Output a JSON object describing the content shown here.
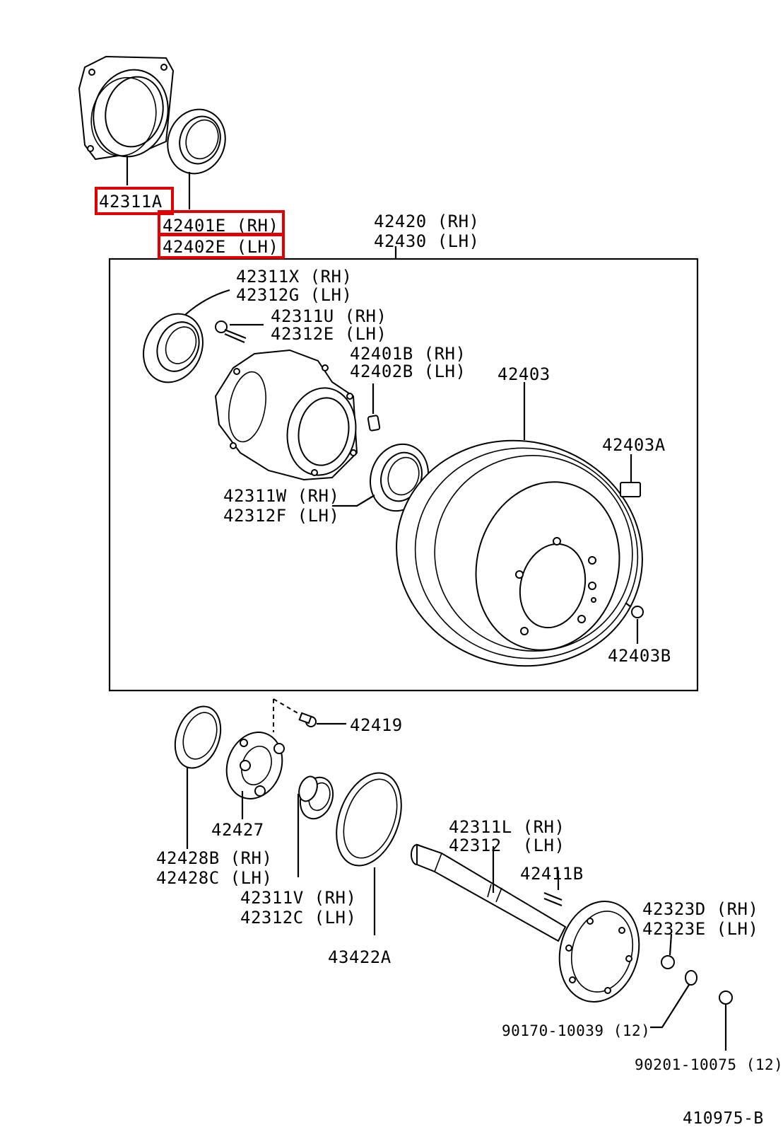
{
  "labels": {
    "p42311A": "42311A",
    "p42401E": "42401E (RH)",
    "p42402E": "42402E (LH)",
    "p42420": "42420 (RH)",
    "p42430": "42430 (LH)",
    "p42311X": "42311X (RH)",
    "p42312G": "42312G (LH)",
    "p42311U": "42311U (RH)",
    "p42312E": "42312E (LH)",
    "p42401B": "42401B (RH)",
    "p42402B": "42402B (LH)",
    "p42403": "42403",
    "p42403A": "42403A",
    "p42311W": "42311W (RH)",
    "p42312F": "42312F (LH)",
    "p42403B": "42403B",
    "p42419": "42419",
    "p42427": "42427",
    "p42428B": "42428B (RH)",
    "p42428C": "42428C (LH)",
    "p42311L": "42311L (RH)",
    "p42312": "42312  (LH)",
    "p42411B": "42411B",
    "p42311V": "42311V (RH)",
    "p42312C": "42312C (LH)",
    "p42323D": "42323D (RH)",
    "p42323E": "42323E (LH)",
    "p43422A": "43422A",
    "p90170": "90170-10039 (12)",
    "p90201": "90201-10075 (12)",
    "figure_code": "410975-B"
  },
  "highlight_color": "#e00000",
  "highlighted_parts": [
    "42311A",
    "42401E (RH)",
    "42402E (LH)"
  ]
}
